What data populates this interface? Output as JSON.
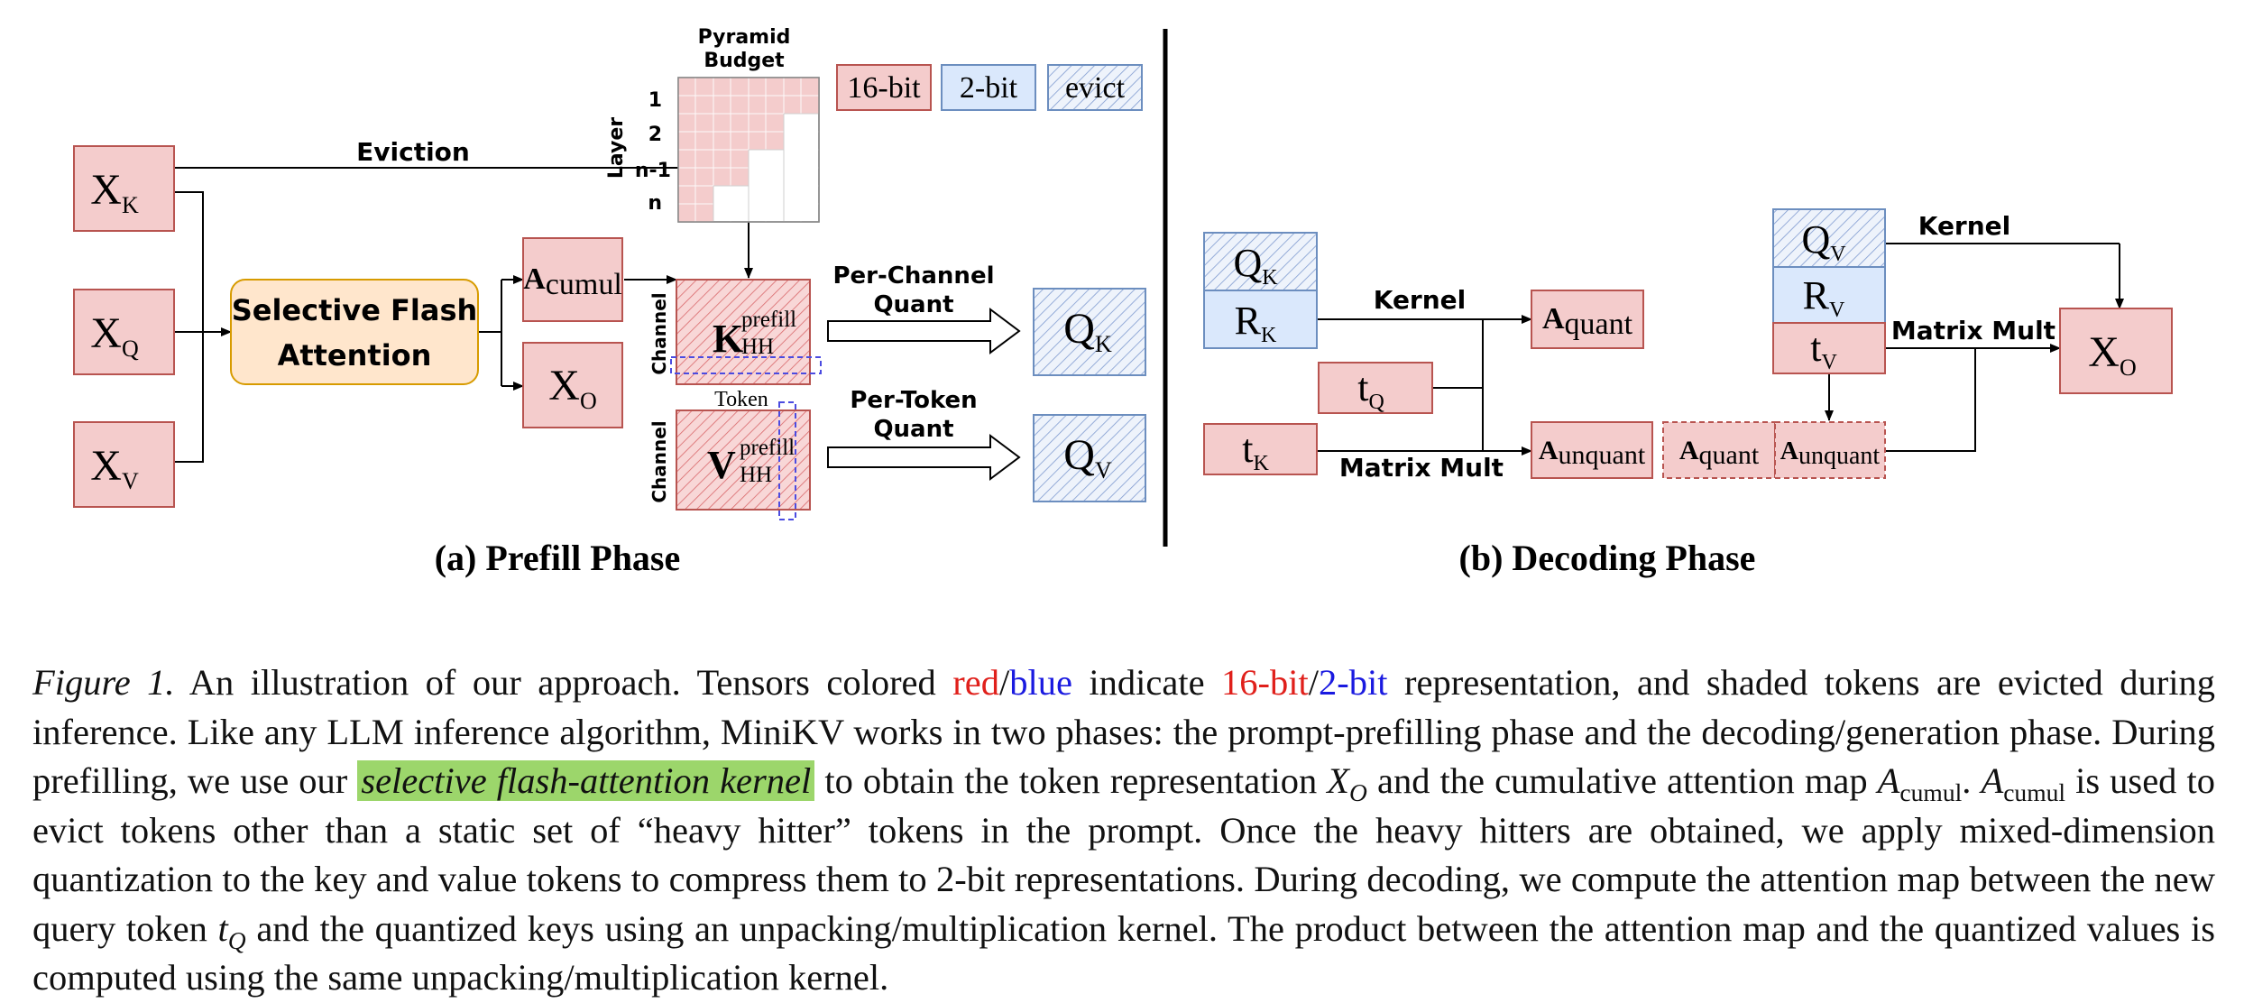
{
  "colors": {
    "red_fill": "#f4cccc",
    "red_stroke": "#b85450",
    "blue_fill": "#dae8fc",
    "blue_stroke": "#6c8ebf",
    "orange_fill": "#ffe6cc",
    "orange_stroke": "#d79b00",
    "highlight": "#9cd66b",
    "text_red": "#e0201b",
    "text_blue": "#1a1ae0"
  },
  "legend": {
    "red": "16-bit",
    "blue": "2-bit",
    "evict": "evict"
  },
  "pyramid": {
    "title_line1": "Pyramid",
    "title_line2": "Budget",
    "axis_label": "Layer",
    "rows": [
      "1",
      "2",
      "n-1",
      "n"
    ]
  },
  "prefill": {
    "xk": "X",
    "xk_sub": "K",
    "xq": "X",
    "xq_sub": "Q",
    "xv": "X",
    "xv_sub": "V",
    "eviction": "Eviction",
    "sfa_line1": "Selective Flash",
    "sfa_line2": "Attention",
    "acumul": "A",
    "acumul_sub": "cumul",
    "xo": "X",
    "xo_sub": "O",
    "channel": "Channel",
    "token": "Token",
    "k_main": "K",
    "k_sup": "prefill",
    "k_sub": "HH",
    "v_main": "V",
    "v_sup": "prefill",
    "v_sub": "HH",
    "pcq_line1": "Per-Channel",
    "pcq_line2": "Quant",
    "ptq_line1": "Per-Token",
    "ptq_line2": "Quant",
    "qk": "Q",
    "qk_sub": "K",
    "qv": "Q",
    "qv_sub": "V",
    "caption": "(a) Prefill Phase"
  },
  "decoding": {
    "qk": "Q",
    "qk_sub": "K",
    "rk": "R",
    "rk_sub": "K",
    "tk": "t",
    "tk_sub": "K",
    "tq": "t",
    "tq_sub": "Q",
    "kernel": "Kernel",
    "matrix_mult": "Matrix Mult",
    "aquant": "A",
    "aquant_sub": "quant",
    "aunquant": "A",
    "aunquant_sub": "unquant",
    "qv": "Q",
    "qv_sub": "V",
    "rv": "R",
    "rv_sub": "V",
    "tv": "t",
    "tv_sub": "V",
    "kernel2": "Kernel",
    "matrix_mult2": "Matrix Mult",
    "xo": "X",
    "xo_sub": "O",
    "caption": "(b) Decoding Phase"
  },
  "caption": {
    "label": "Figure 1.",
    "s1": " An illustration of our approach. Tensors colored ",
    "red_word": "red",
    "slash": "/",
    "blue_word": "blue",
    "s2": " indicate ",
    "red_bits": "16-bit",
    "slash2": "/",
    "blue_bits": "2-bit",
    "s3": " representation, and shaded tokens are evicted during inference. Like any LLM inference algorithm, MiniKV works in two phases: the prompt-prefilling phase and the decoding/generation phase. During prefilling, we use our ",
    "highlight": "selective flash-attention kernel",
    "s4": " to obtain the token representation ",
    "xo_main": "X",
    "xo_sub": "O",
    "s5": " and the cumulative attention map ",
    "a_main": "A",
    "a_sub": "cumul",
    "s6": ". ",
    "a2_main": "A",
    "a2_sub": "cumul",
    "s7": " is used to evict tokens other than a static set of “heavy hitter” tokens in the prompt. Once the heavy hitters are obtained, we apply mixed-dimension quantization to the key and value tokens to compress them to 2-bit representations. During decoding, we compute the attention map between the new query token ",
    "tq_main": "t",
    "tq_sub": "Q",
    "s8": " and the quantized keys using an unpacking/multiplication kernel. The product between the attention map and the quantized values is computed using the same unpacking/multiplication kernel."
  }
}
